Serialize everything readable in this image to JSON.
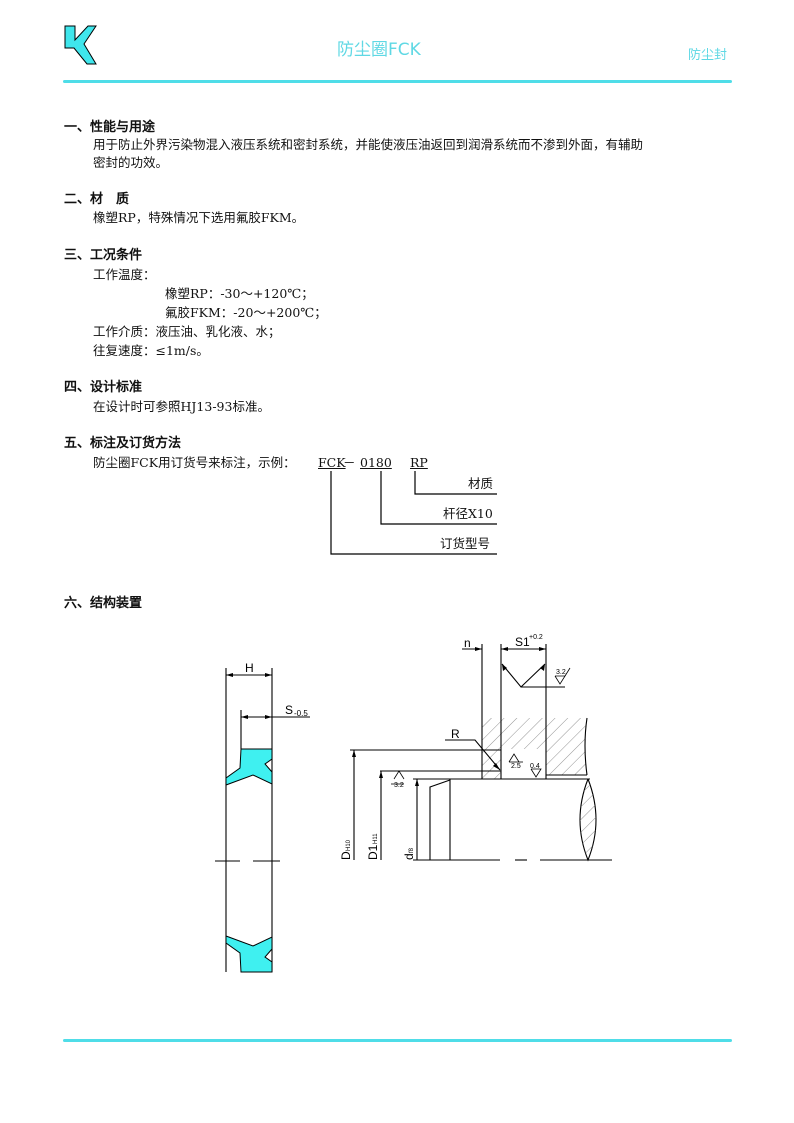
{
  "header": {
    "title": "防尘圈FCK",
    "category": "防尘封"
  },
  "sections": [
    {
      "heading": "一、性能与用途",
      "lines": [
        "用于防止外界污染物混入液压系统和密封系统，并能使液压油返回到润滑系统而不渗到外面，有辅助",
        "密封的功效。"
      ]
    },
    {
      "heading": "二、材　质",
      "lines": [
        "橡塑RP，特殊情况下选用氟胶FKM。"
      ]
    },
    {
      "heading": "三、工况条件",
      "lines": [
        "工作温度：",
        "橡塑RP：-30～+120℃；",
        "氟胶FKM：-20～+200℃；",
        "工作介质：液压油、乳化液、水；",
        "往复速度：≤1m/s。"
      ]
    },
    {
      "heading": "四、设计标准",
      "lines": [
        "在设计时可参照HJ13-93标准。"
      ]
    },
    {
      "heading": "五、标注及订货方法",
      "lines": [
        "防尘圈FCK用订货号来标注，示例："
      ]
    },
    {
      "heading": "六、结构装置",
      "lines": []
    }
  ],
  "order_example": {
    "part1": "FCK",
    "sep": "－",
    "part2": "0180",
    "part3": "RP",
    "label_material": "材质",
    "label_rod": "杆径X10",
    "label_model": "订货型号"
  },
  "drawing": {
    "H": "H",
    "S": "S",
    "S_tol": "-0.5",
    "n": "n",
    "S1": "S1",
    "S1_tol": "+0.2",
    "R": "R",
    "D": "D",
    "D_tol": "H10",
    "D1": "D1",
    "D1_tol": "H11",
    "d": "d",
    "d_tol": "f8",
    "rough_32": "3.2",
    "rough_25": "2.5",
    "rough_04": "0.4"
  },
  "colors": {
    "accent": "#4fdde8",
    "seal": "#3ff0f0"
  }
}
